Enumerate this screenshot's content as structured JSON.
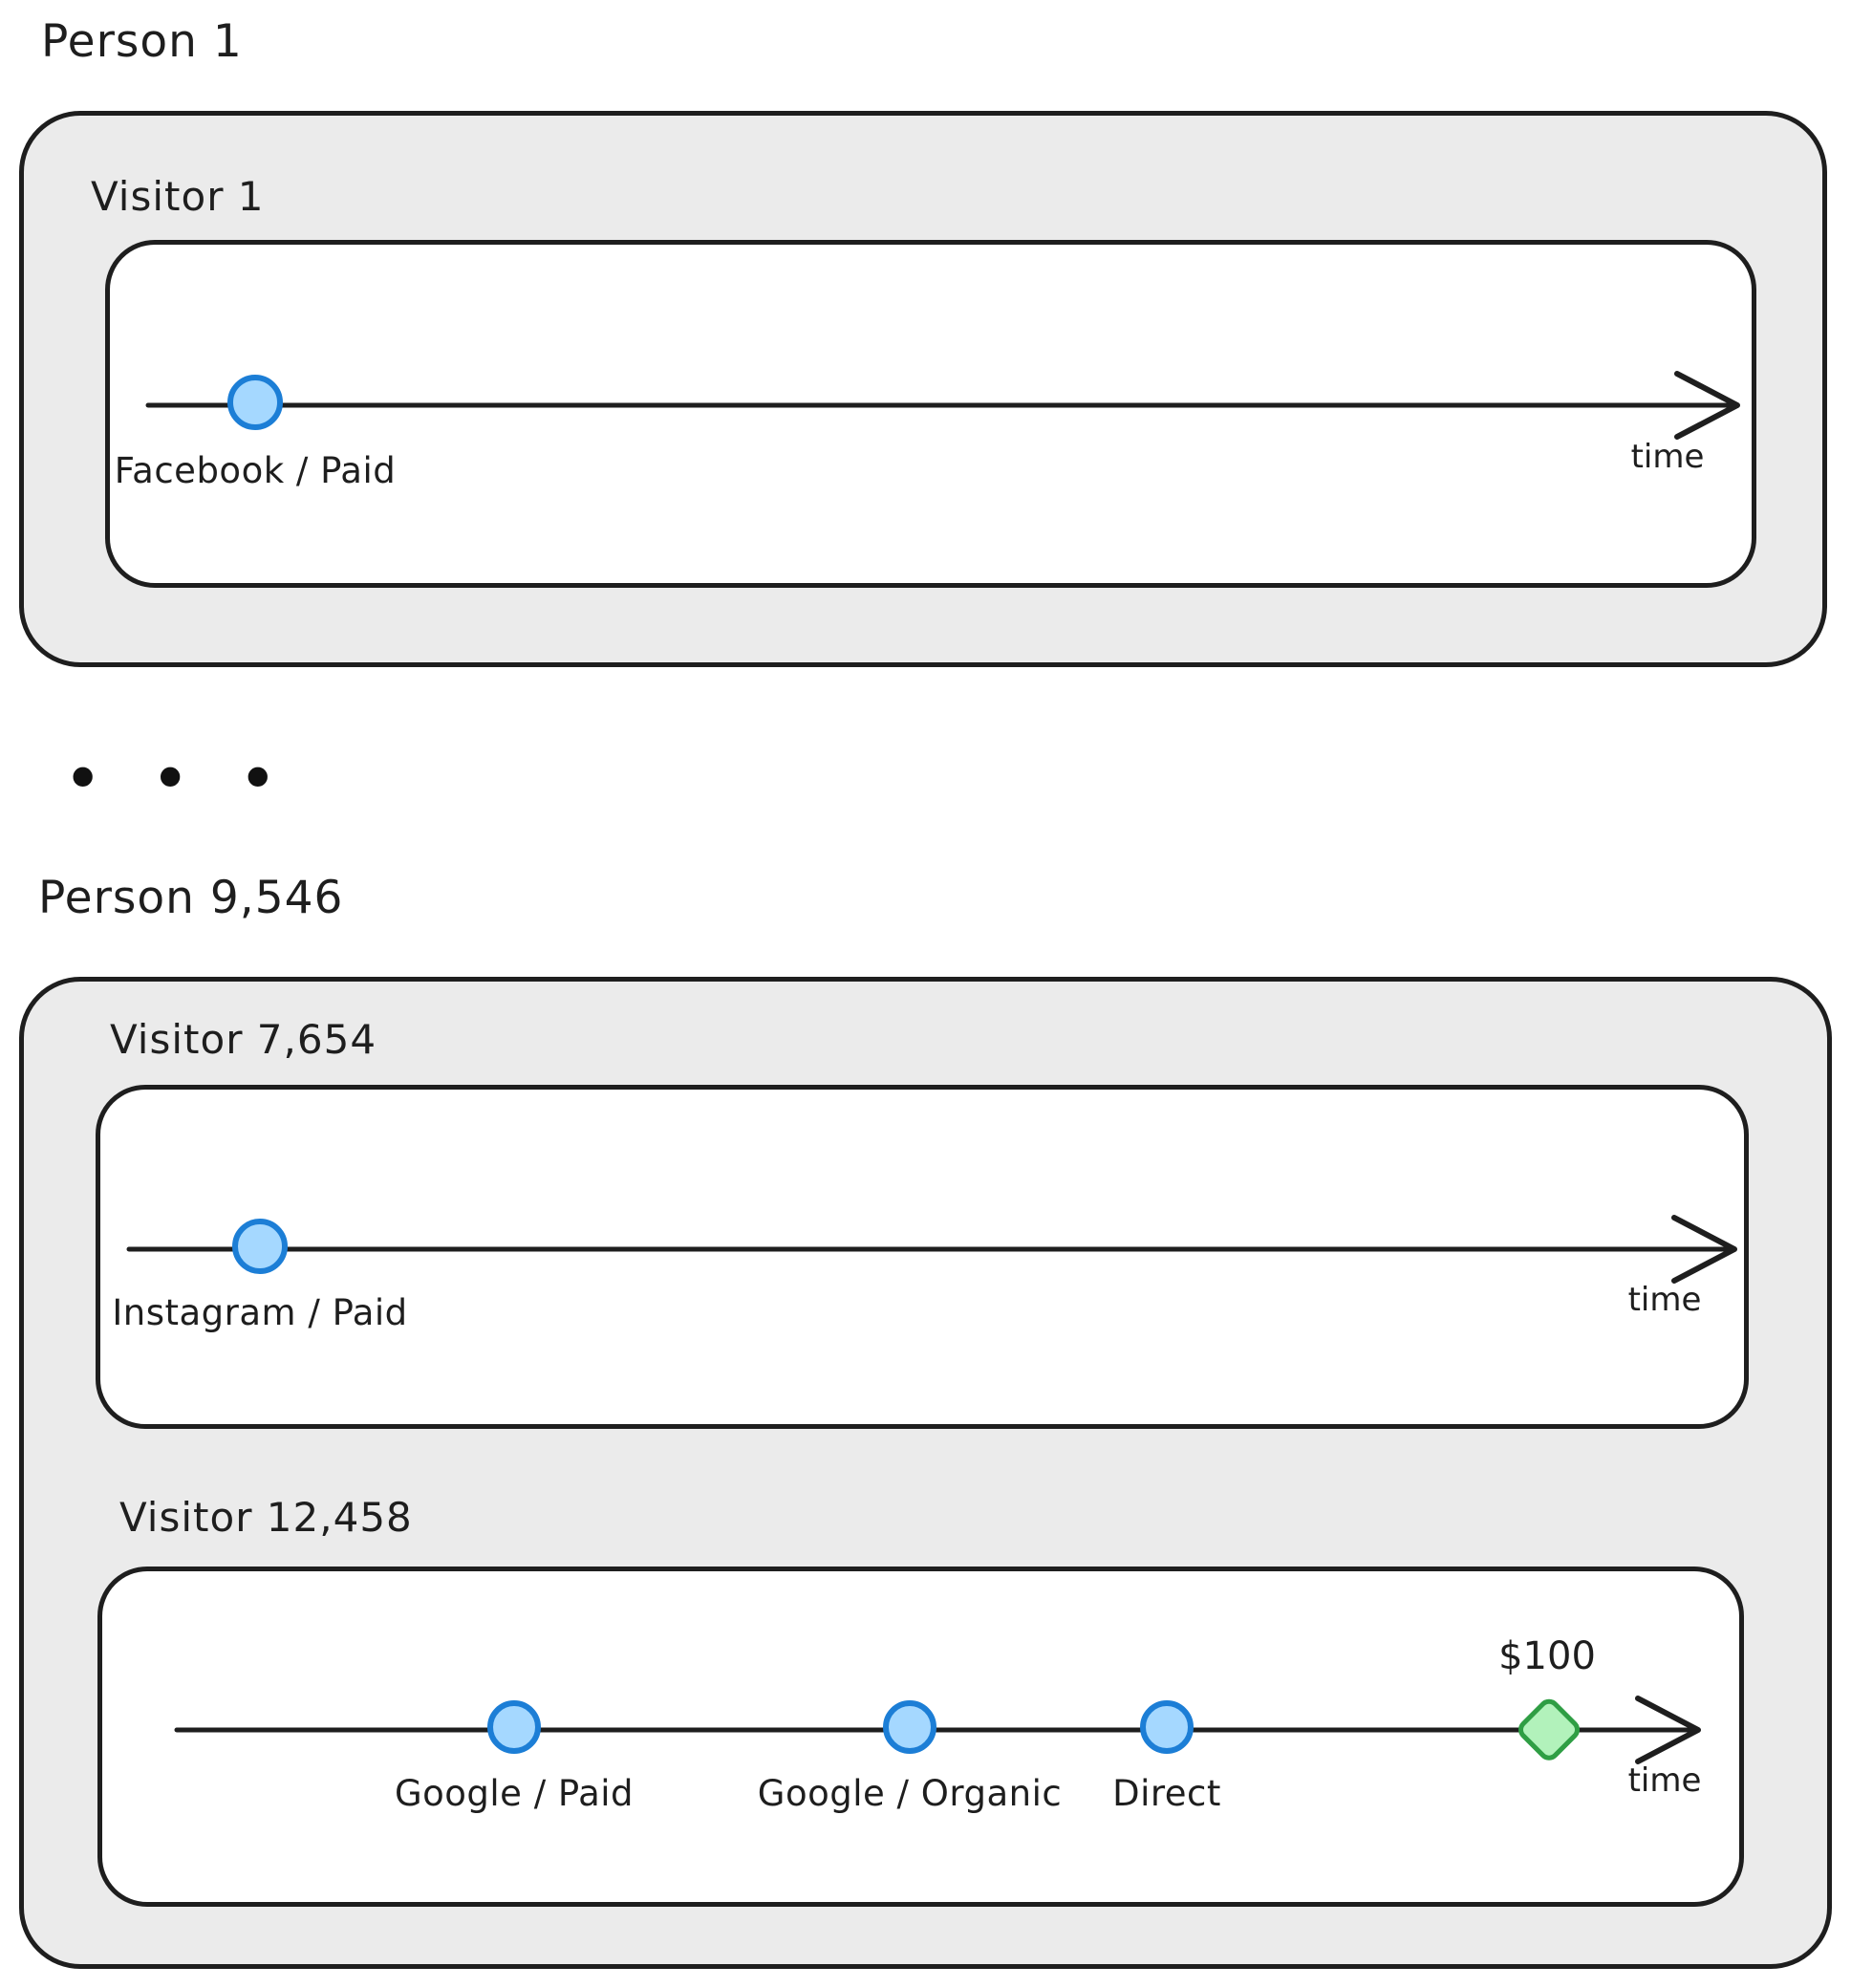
{
  "diagram": {
    "description_colors": {
      "card_fill": "#ebebeb",
      "outline": "#1e1e1e",
      "touchpoint_fill": "#a5d8ff",
      "touchpoint_stroke": "#1c7ed6",
      "conversion_fill": "#b2f2bb",
      "conversion_stroke": "#2f9e44"
    },
    "ellipsis": "• • •",
    "persons": [
      {
        "title": "Person 1",
        "visitors": [
          {
            "title": "Visitor 1",
            "time_label": "time",
            "touchpoints": [
              {
                "label": "Facebook / Paid"
              }
            ],
            "conversions": []
          }
        ]
      },
      {
        "title": "Person 9,546",
        "visitors": [
          {
            "title": "Visitor 7,654",
            "time_label": "time",
            "touchpoints": [
              {
                "label": "Instagram / Paid"
              }
            ],
            "conversions": []
          },
          {
            "title": "Visitor 12,458",
            "time_label": "time",
            "touchpoints": [
              {
                "label": "Google / Paid"
              },
              {
                "label": "Google / Organic"
              },
              {
                "label": "Direct"
              }
            ],
            "conversions": [
              {
                "label": "$100"
              }
            ]
          }
        ]
      }
    ]
  }
}
